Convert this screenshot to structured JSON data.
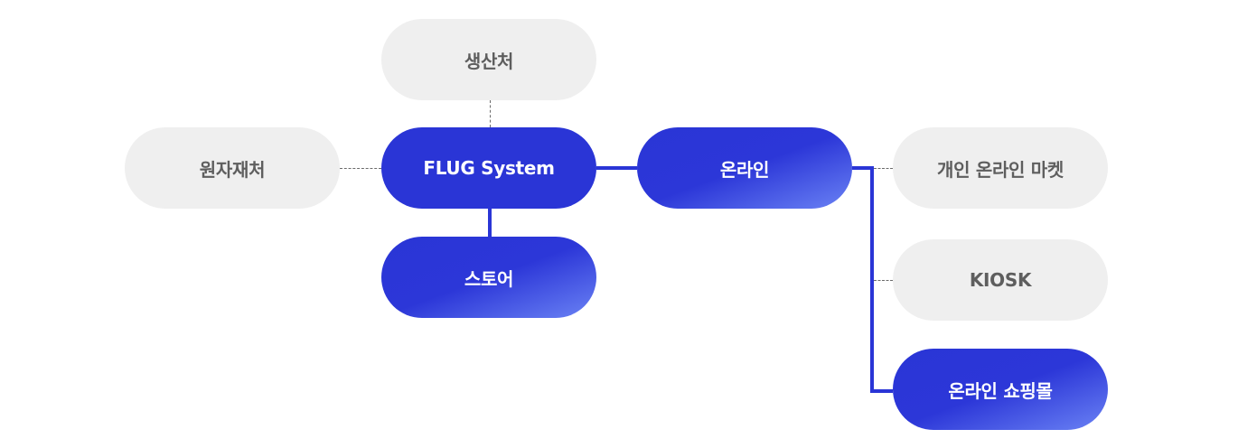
{
  "diagram": {
    "title": "FLUG System network",
    "colors": {
      "primary": "#2a35d6",
      "gradient_end": "#6a82f4",
      "secondary_bg": "#efefef",
      "secondary_text": "#5e5e5e",
      "dashed_line": "#6a6a6a"
    },
    "nodes": {
      "center": {
        "label": "FLUG System",
        "style": "primary"
      },
      "producer": {
        "label": "생산처",
        "style": "secondary"
      },
      "raw_material": {
        "label": "원자재처",
        "style": "secondary"
      },
      "online": {
        "label": "온라인",
        "style": "primary-gradient"
      },
      "store": {
        "label": "스토어",
        "style": "primary-gradient"
      },
      "personal_market": {
        "label": "개인 온라인 마켓",
        "style": "secondary"
      },
      "kiosk": {
        "label": "KIOSK",
        "style": "secondary"
      },
      "online_mall": {
        "label": "온라인 쇼핑몰",
        "style": "primary-gradient"
      }
    },
    "edges": [
      {
        "from": "FLUG System",
        "to": "생산처",
        "type": "dashed"
      },
      {
        "from": "FLUG System",
        "to": "원자재처",
        "type": "dashed"
      },
      {
        "from": "FLUG System",
        "to": "온라인",
        "type": "solid"
      },
      {
        "from": "FLUG System",
        "to": "스토어",
        "type": "solid"
      },
      {
        "from": "온라인",
        "to": "개인 온라인 마켓",
        "type": "dashed"
      },
      {
        "from": "온라인",
        "to": "KIOSK",
        "type": "dashed"
      },
      {
        "from": "온라인",
        "to": "온라인 쇼핑몰",
        "type": "solid"
      }
    ]
  }
}
